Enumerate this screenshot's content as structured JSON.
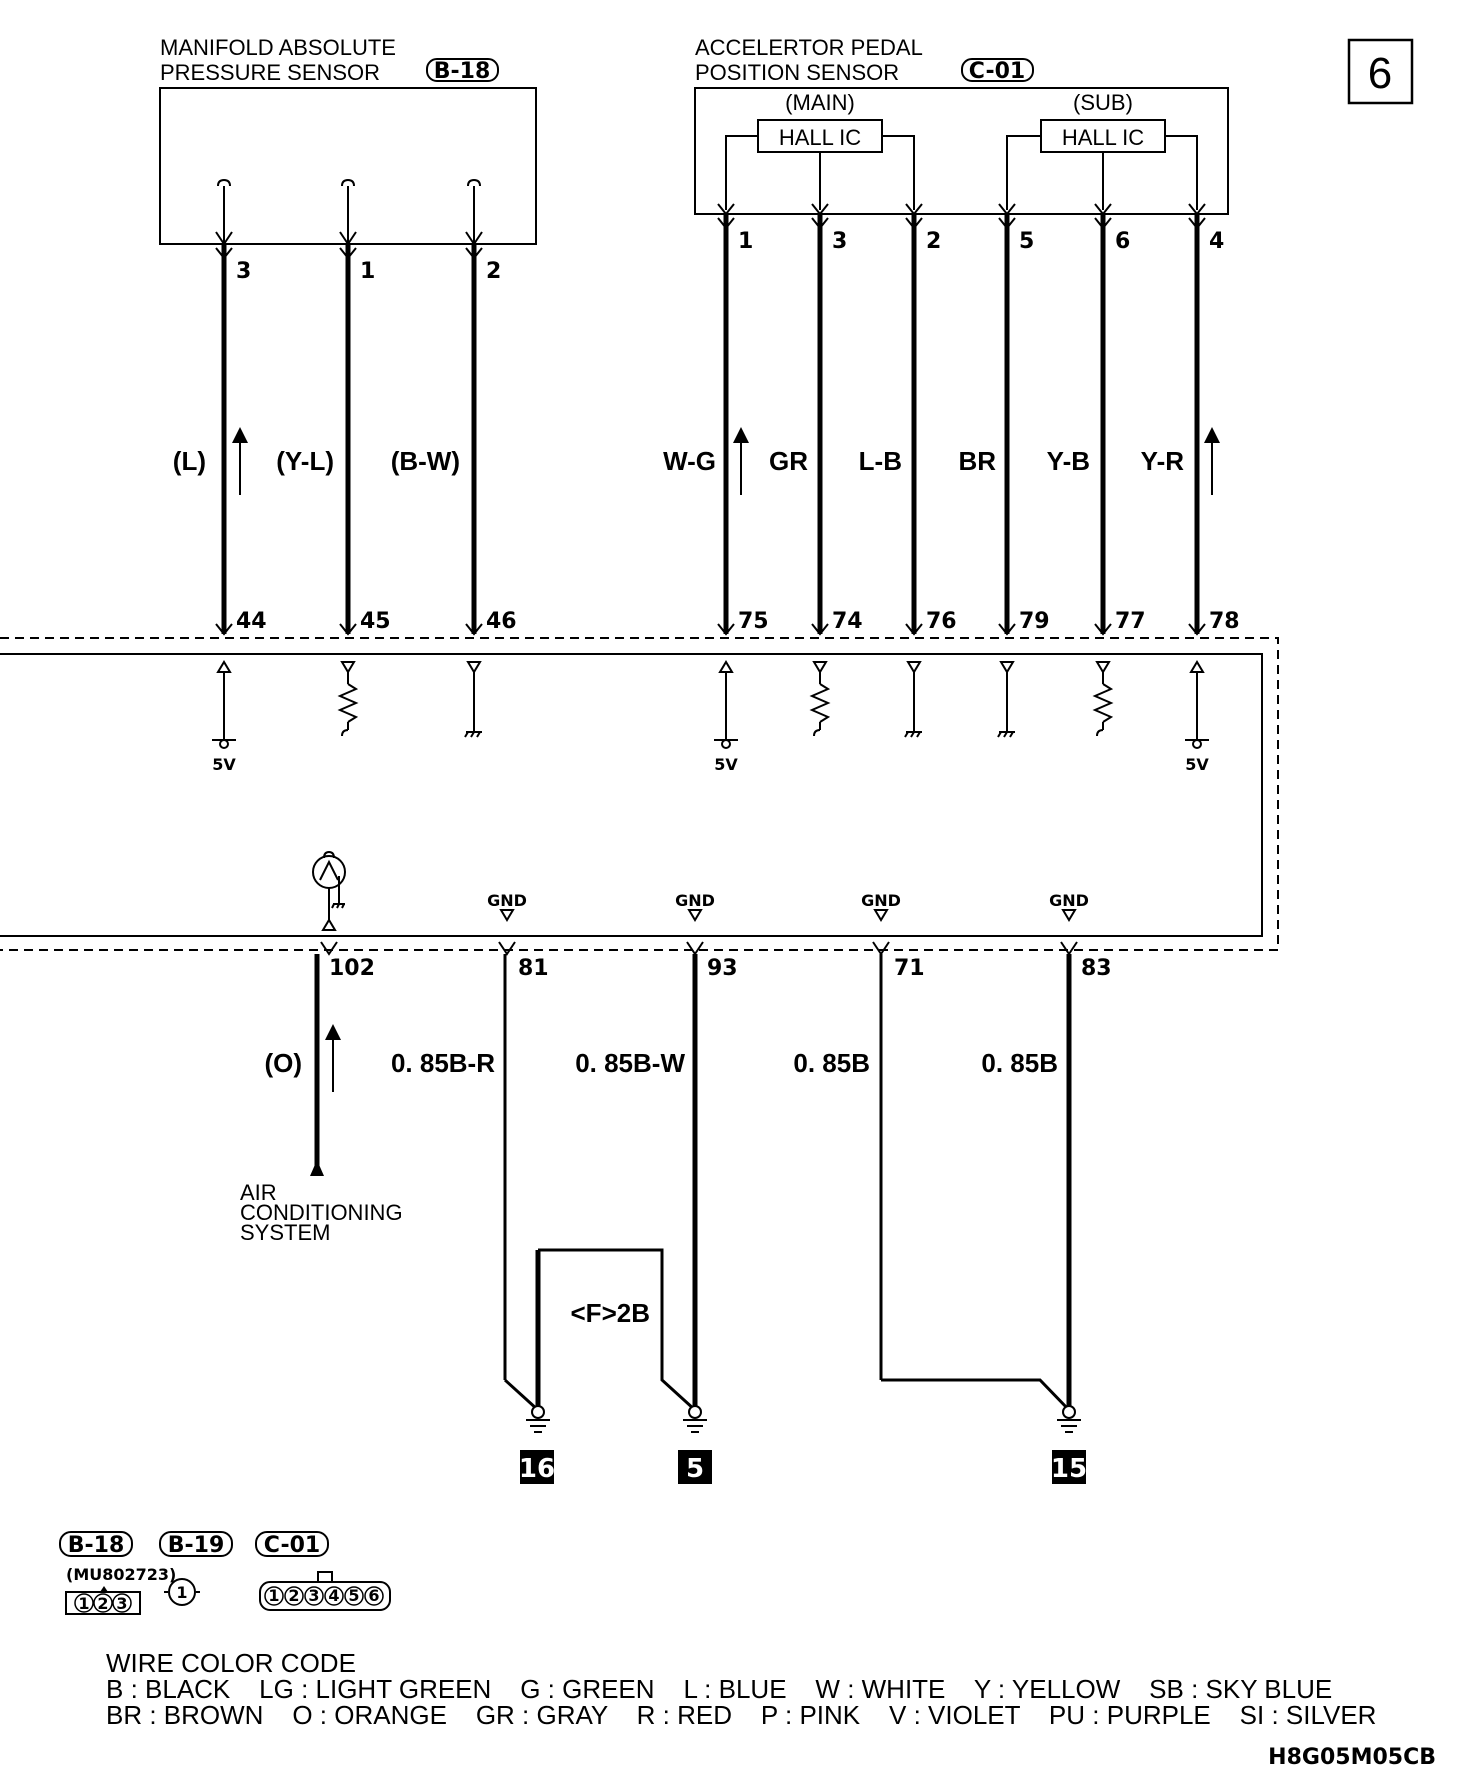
{
  "page_number": "6",
  "map_sensor": {
    "title_line1": "MANIFOLD ABSOLUTE",
    "title_line2": "PRESSURE SENSOR",
    "connector": "B-18",
    "pins": [
      "3",
      "1",
      "2"
    ],
    "wire_colors": [
      "(L)",
      "(Y-L)",
      "(B-W)"
    ],
    "ecu_pins": [
      "44",
      "45",
      "46"
    ]
  },
  "app_sensor": {
    "title_line1": "ACCELERTOR PEDAL",
    "title_line2": "POSITION SENSOR",
    "connector": "C-01",
    "main_label": "(MAIN)",
    "sub_label": "(SUB)",
    "hall_ic": "HALL IC",
    "pins": [
      "1",
      "3",
      "2",
      "5",
      "6",
      "4"
    ],
    "wire_colors": [
      "W-G",
      "GR",
      "L-B",
      "BR",
      "Y-B",
      "Y-R"
    ],
    "ecu_pins": [
      "75",
      "74",
      "76",
      "79",
      "77",
      "78"
    ]
  },
  "ecu": {
    "supply_labels": [
      "5V",
      "5V",
      "5V"
    ],
    "gnd_label": "GND",
    "bottom_pins": [
      "102",
      "81",
      "93",
      "71",
      "83"
    ],
    "bottom_wire_colors": [
      "(O)",
      "0. 85B-R",
      "0. 85B-W",
      "0. 85B",
      "0. 85B"
    ]
  },
  "ac_system": {
    "line1": "AIR",
    "line2": "CONDITIONING",
    "line3": "SYSTEM"
  },
  "junction_label": "<F>2B",
  "ground_points": [
    "16",
    "5",
    "15"
  ],
  "connectors": [
    {
      "name": "B-18",
      "part": "(MU802723)",
      "pins": [
        "1",
        "2",
        "3"
      ]
    },
    {
      "name": "B-19",
      "part": "",
      "pins": [
        "1"
      ]
    },
    {
      "name": "C-01",
      "part": "",
      "pins": [
        "1",
        "2",
        "3",
        "4",
        "5",
        "6"
      ]
    }
  ],
  "wire_color_code": {
    "title": "WIRE COLOR CODE",
    "row1": "B : BLACK    LG : LIGHT GREEN    G : GREEN    L : BLUE    W : WHITE    Y : YELLOW    SB : SKY BLUE",
    "row2": "BR : BROWN    O : ORANGE    GR : GRAY    R : RED    P : PINK    V : VIOLET    PU : PURPLE    SI : SILVER"
  },
  "figure_code": "H8G05M05CB"
}
